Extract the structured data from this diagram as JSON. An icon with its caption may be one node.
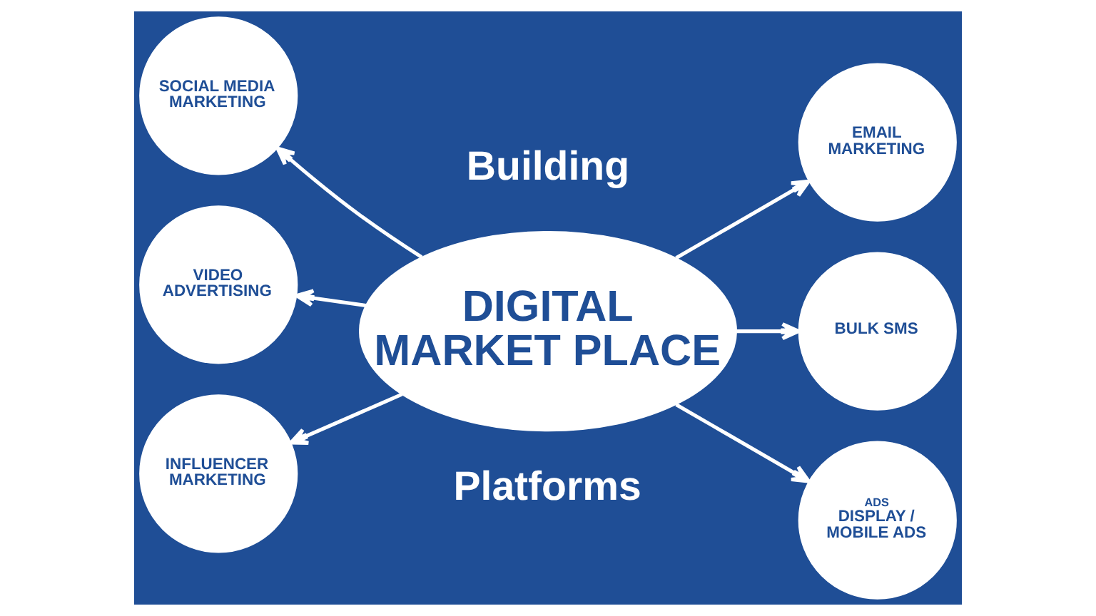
{
  "diagram": {
    "nodes": [
      {
        "text": [
          "DIGITAL MARKET PLACE"
        ]
      },
      {
        "text": [
          "SOCIAL MEDIA MARKETING"
        ]
      },
      {
        "text": [
          "EMAIL MARKETING"
        ]
      },
      {
        "text": [
          "VIDEO ADVERTISING"
        ]
      },
      {
        "text": [
          "BULK SMS"
        ]
      },
      {
        "text": [
          "INFLUENCER MARKETING"
        ]
      },
      {
        "text": [
          "ADS",
          "DISPLAY / MOBILE ADS"
        ]
      }
    ],
    "edges": [
      {
        "from": 0,
        "to": 1,
        "arrow": "to"
      },
      {
        "from": 0,
        "to": 2,
        "arrow": "to"
      },
      {
        "from": 0,
        "to": 4,
        "arrow": "to"
      },
      {
        "from": 0,
        "to": 6,
        "arrow": "to"
      },
      {
        "from": 0,
        "to": 5,
        "arrow": "to"
      },
      {
        "from": 0,
        "to": 3,
        "arrow": "to"
      }
    ],
    "labels": [
      "Building",
      "Platforms"
    ]
  }
}
